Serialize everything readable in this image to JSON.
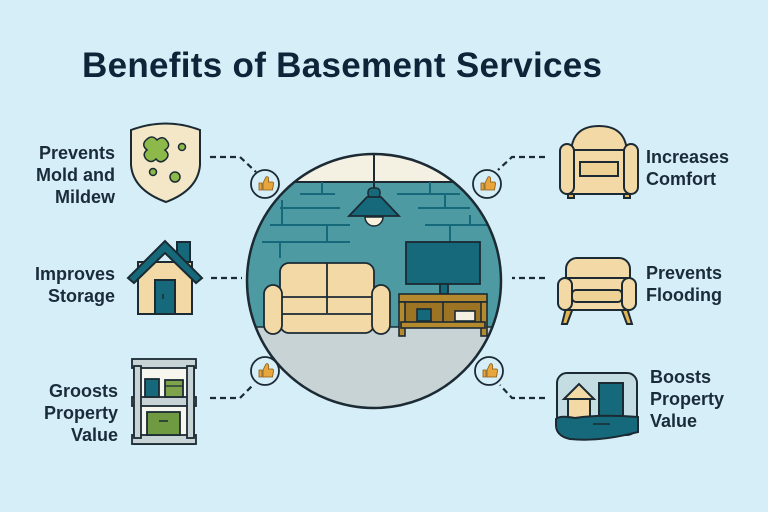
{
  "title": "Benefits of Basement Services",
  "colors": {
    "background": "#d6eef8",
    "teal": "#16697a",
    "wall": "#4e9aa3",
    "beige": "#f2d9a6",
    "floor": "#c8d3d6",
    "mold_green": "#8db84a",
    "thumb_orange": "#e8a53c",
    "outline": "#1b2a33"
  },
  "benefits": {
    "left": [
      {
        "lines": [
          "Prevents",
          "Mold and",
          "Mildew"
        ],
        "icon": "shield-mold-icon"
      },
      {
        "lines": [
          "Improves",
          "Storage"
        ],
        "icon": "house-icon"
      },
      {
        "lines": [
          "Groosts",
          "Property",
          "Value"
        ],
        "icon": "shelving-icon"
      }
    ],
    "right": [
      {
        "lines": [
          "Increases",
          "Comfort"
        ],
        "icon": "armchair-icon"
      },
      {
        "lines": [
          "Prevents",
          "Flooding"
        ],
        "icon": "armchair-legs-icon"
      },
      {
        "lines": [
          "Boosts",
          "Property",
          "Value"
        ],
        "icon": "flooded-house-icon"
      }
    ]
  },
  "center_illustration": {
    "scene": "finished-basement-living-room",
    "elements": [
      "pendant-lamp",
      "brick-wall",
      "sofa",
      "tv",
      "tv-stand"
    ]
  },
  "connector_badges": [
    "thumbs-up-icon",
    "thumbs-up-icon",
    "thumbs-up-icon",
    "thumbs-up-icon"
  ]
}
